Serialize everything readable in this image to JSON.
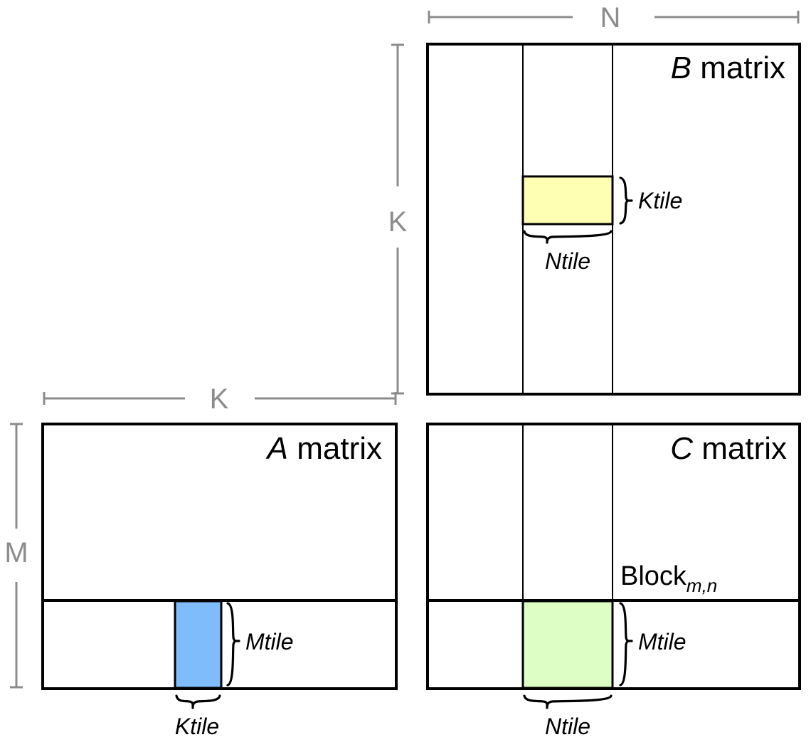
{
  "figure": {
    "kind": "gemm-tiling-diagram",
    "description": "Blocked matrix multiplication tiling diagram showing A, B and C matrices with Mtile, Ntile and Ktile sub-blocks"
  },
  "colors": {
    "outline": "#000000",
    "dimension_gray": "#8c8c8c",
    "b_band_pale_yellow": "#FFFFF0",
    "b_tile_yellow": "#FFFFB3",
    "a_band_pale_blue": "#E8F2FD",
    "a_tile_blue": "#7FBCFB",
    "c_tile_green": "#DDFFC6",
    "background": "#FFFFFF"
  },
  "dimensions": {
    "n": {
      "label": "N",
      "orientation": "horizontal",
      "applies_to": "B matrix width"
    },
    "k_vertical": {
      "label": "K",
      "orientation": "vertical",
      "applies_to": "B matrix height"
    },
    "k_horizontal": {
      "label": "K",
      "orientation": "horizontal",
      "applies_to": "A matrix width"
    },
    "m": {
      "label": "M",
      "orientation": "vertical",
      "applies_to": "A matrix height"
    }
  },
  "matrices": {
    "a": {
      "title_symbol": "A",
      "title_word": "matrix",
      "tile_labels": {
        "mtile": "Mtile",
        "ktile": "Ktile"
      },
      "highlight_band": "row panel of height Mtile",
      "highlight_tile": "Mtile x Ktile block"
    },
    "b": {
      "title_symbol": "B",
      "title_word": "matrix",
      "tile_labels": {
        "ktile": "Ktile",
        "ntile": "Ntile"
      },
      "highlight_band": "column panel of width Ntile",
      "highlight_tile": "Ktile x Ntile block"
    },
    "c": {
      "title_symbol": "C",
      "title_word": "matrix",
      "block_label": "Block",
      "block_subscript": "m,n",
      "tile_labels": {
        "mtile": "Mtile",
        "ntile": "Ntile"
      },
      "highlight_tile": "Mtile x Ntile output block"
    }
  }
}
